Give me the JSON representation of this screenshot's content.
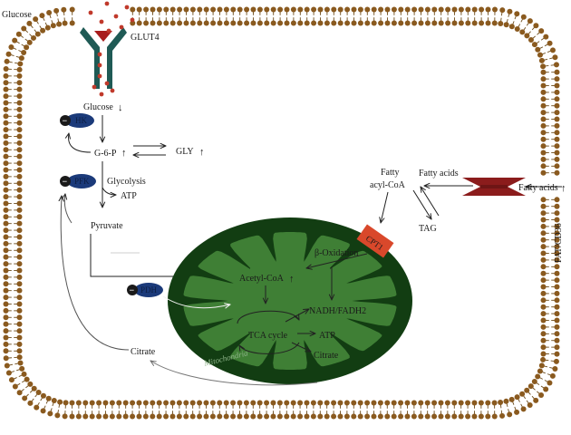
{
  "labels": {
    "glucose_outside": "Glucose",
    "glut4": "GLUT4",
    "glucose_inside": "Glucose",
    "hk": "HK",
    "g6p": "G-6-P",
    "gly": "GLY",
    "pfk": "PFK",
    "glycolysis": "Glycolysis",
    "atp_glycolysis": "ATP",
    "pyruvate": "Pyruvate",
    "pdh": "PDH",
    "citrate_cyto": "Citrate",
    "fatty_acyl_coa_line1": "Fatty",
    "fatty_acyl_coa_line2": "acyl-CoA",
    "fatty_acids_inside": "Fatty acids",
    "fatty_acids_outside": "Fatty acids",
    "fat_cd36": "FAT/CD36",
    "tag": "TAG",
    "cpt1": "CPT1",
    "beta_oxidation": "β-Oxidation",
    "acetyl_coa": "Acetyl-CoA",
    "nadh_fadh2": "NADH/FADH2",
    "tca_cycle": "TCA cycle",
    "atp_mito": "ATP",
    "citrate_mito": "Citrate",
    "mitochondria": "Mitochondria",
    "inhibit_sign": "−",
    "up_arrow": "↑",
    "down_arrow": "↓"
  },
  "colors": {
    "lipid_head": "#8a5a1f",
    "lipid_tail": "#6b4a1a",
    "glut4": "#1f5a55",
    "glucose_dot": "#c0392b",
    "enzyme": "#1b3a7a",
    "mito_outer": "#123d12",
    "mito_inner": "#3f7f35",
    "cpt1": "#d9482b",
    "transporter": "#8b1c1c"
  }
}
